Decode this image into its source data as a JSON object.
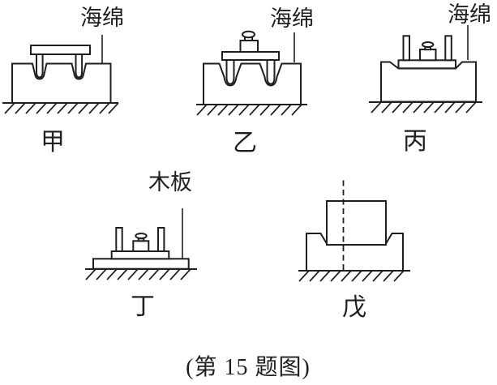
{
  "colors": {
    "ink": "#1f1f1f",
    "paper": "#ffffff"
  },
  "caption": "(第 15 题图)",
  "panels": {
    "jia": {
      "label": "甲",
      "annotation": "海绵"
    },
    "yi": {
      "label": "乙",
      "annotation": "海绵"
    },
    "bing": {
      "label": "丙",
      "annotation": "海绵"
    },
    "ding": {
      "label": "丁",
      "annotation": "木板"
    },
    "wu": {
      "label": "戊"
    }
  }
}
